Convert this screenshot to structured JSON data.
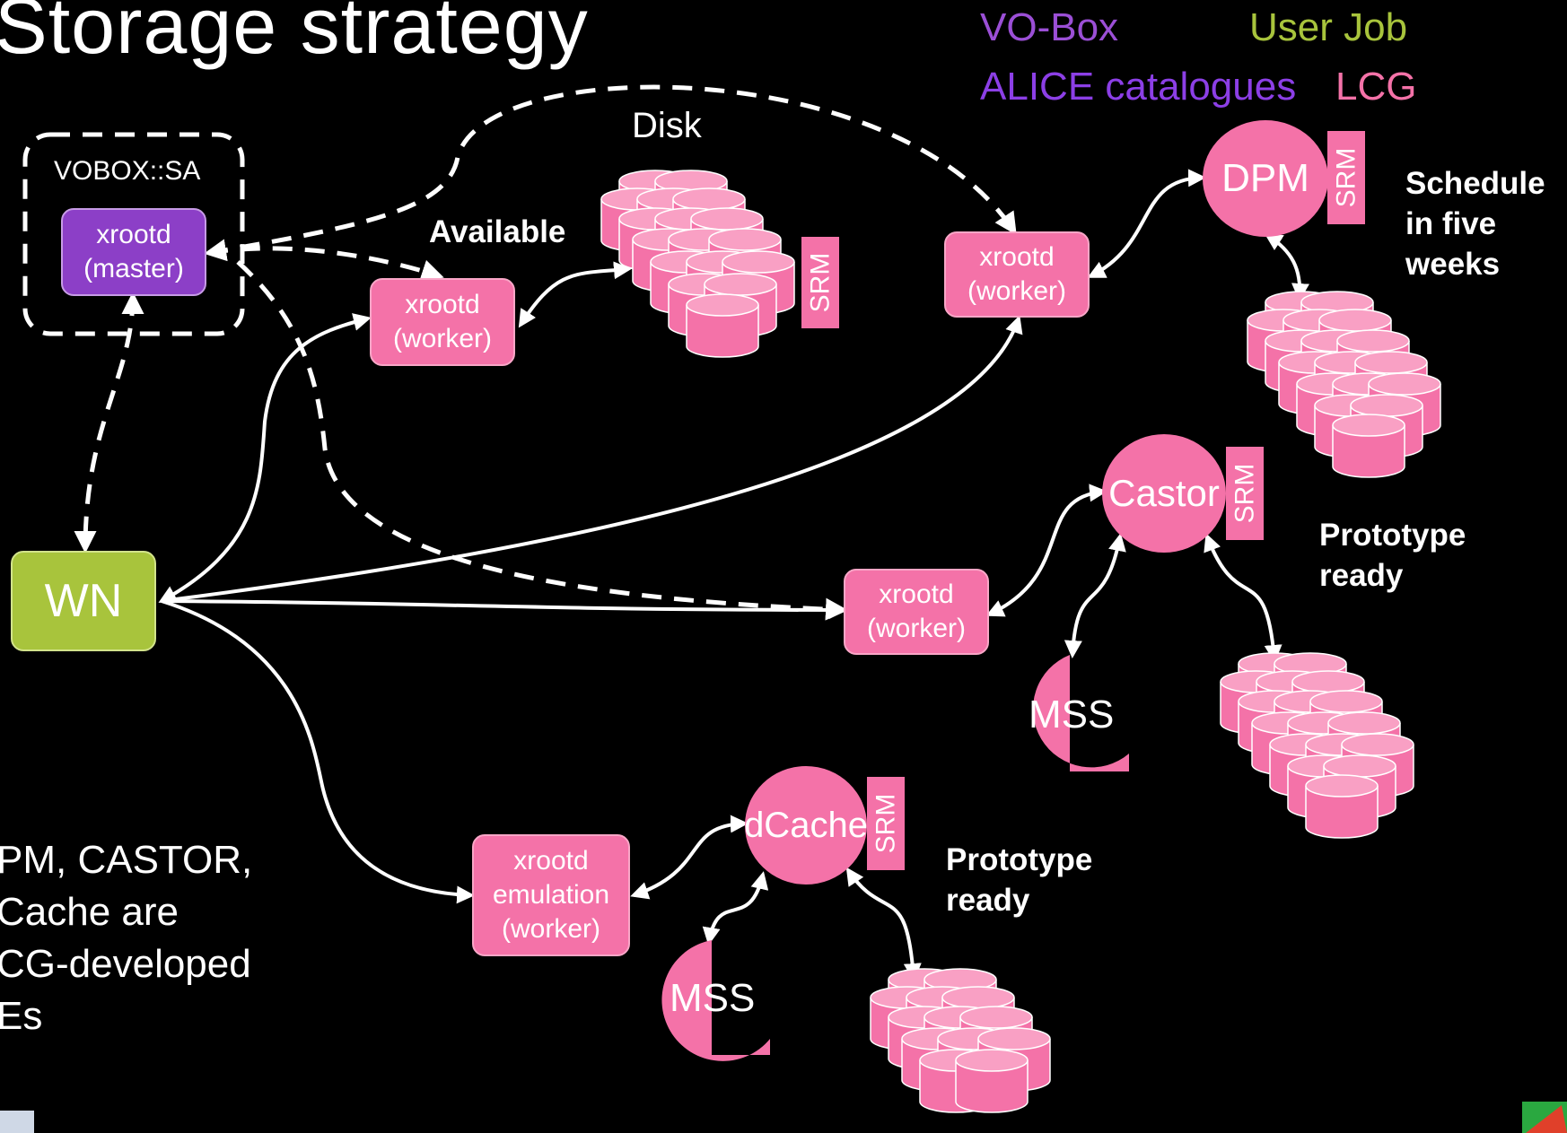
{
  "title": "Storage strategy",
  "legend": {
    "vobox": "VO-Box",
    "user_job": "User Job",
    "alice_catalogues": "ALICE catalogues",
    "lcg": "LCG",
    "colors": {
      "vobox": "#9b4fd6",
      "user_job": "#a8c43c",
      "alice": "#8c3fe6",
      "lcg": "#f472a8"
    }
  },
  "vobox": {
    "label": "VOBOX::SA",
    "master_line1": "xrootd",
    "master_line2": "(master)"
  },
  "wn": "WN",
  "disk": {
    "label": "Disk",
    "status": "Available",
    "worker_line1": "xrootd",
    "worker_line2": "(worker)",
    "srm": "SRM"
  },
  "dpm": {
    "label": "DPM",
    "srm": "SRM",
    "worker_line1": "xrootd",
    "worker_line2": "(worker)",
    "status_lines": [
      "Schedule",
      "in five",
      "weeks"
    ]
  },
  "castor": {
    "label": "Castor",
    "srm": "SRM",
    "mss": "MSS",
    "worker_line1": "xrootd",
    "worker_line2": "(worker)",
    "status_lines": [
      "Prototype",
      "ready"
    ]
  },
  "dcache": {
    "label": "dCache",
    "srm": "SRM",
    "mss": "MSS",
    "worker_line1": "xrootd",
    "worker_line2": "emulation",
    "worker_line3": "(worker)",
    "status_lines": [
      "Prototype",
      "ready"
    ]
  },
  "note_lines": [
    "PM, CASTOR,",
    "Cache are",
    "CG-developed",
    "Es"
  ]
}
